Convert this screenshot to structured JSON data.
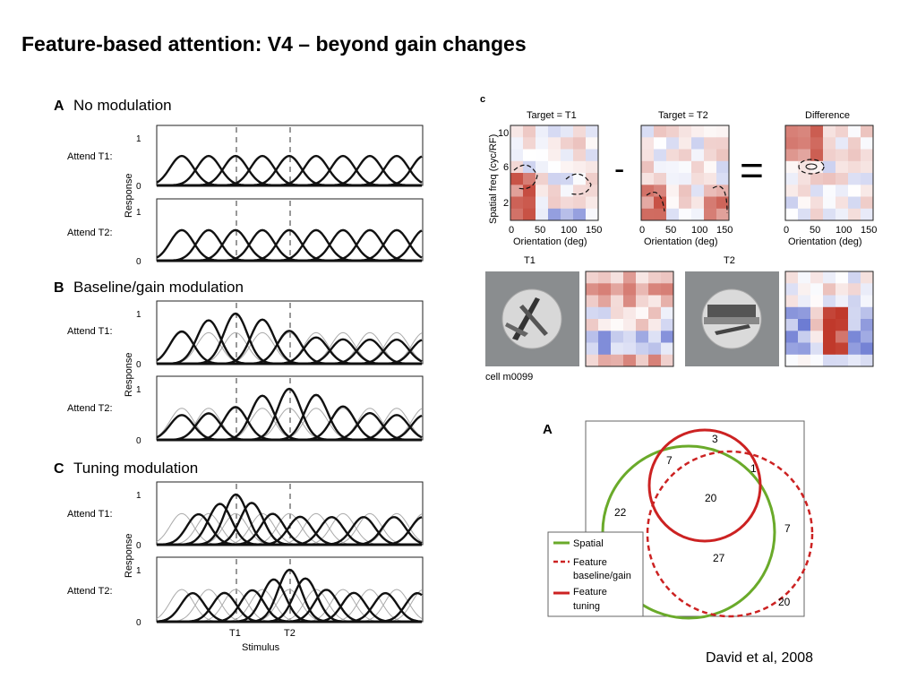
{
  "slide": {
    "title": "Feature-based attention: V4 – beyond gain changes",
    "citation": "David et al, 2008"
  },
  "tuning_figure": {
    "sections": [
      {
        "letter": "A",
        "title": "No modulation"
      },
      {
        "letter": "B",
        "title": "Baseline/gain modulation"
      },
      {
        "letter": "C",
        "title": "Tuning modulation"
      }
    ],
    "row_labels": [
      "Attend T1:",
      "Attend T2:"
    ],
    "ylabel": "Response",
    "y_ticks": [
      "0",
      "1"
    ],
    "x_ticks": [
      "T1",
      "T2"
    ],
    "xlabel": "Stimulus"
  },
  "heatmap_figure": {
    "panel_letter": "c",
    "maps": [
      {
        "title": "Target = T1"
      },
      {
        "title": "Target = T2"
      },
      {
        "title": "Difference"
      }
    ],
    "minus_sign": "-",
    "equals_sign": "=",
    "ylabel": "Spatial freq (cyc/RF)",
    "y_ticks": [
      "10",
      "6",
      "2"
    ],
    "xlabel": "Orientation (deg)",
    "x_ticks": [
      "0",
      "50",
      "100",
      "150"
    ],
    "stimulus_labels": [
      "T1",
      "T2"
    ],
    "cell_label": "cell m0099",
    "colors": {
      "positive": "#c0392b",
      "negative": "#3b4fc4"
    }
  },
  "venn_figure": {
    "panel_letter": "A",
    "numbers": [
      "3",
      "7",
      "1",
      "22",
      "20",
      "7",
      "27",
      "20"
    ],
    "legend": [
      {
        "label": "Spatial",
        "color": "#6aaa2a",
        "style": "solid"
      },
      {
        "label": "Feature",
        "label2": "baseline/gain",
        "color": "#cc2222",
        "style": "dashed"
      },
      {
        "label": "Feature",
        "label2": "tuning",
        "color": "#cc2222",
        "style": "solid"
      }
    ]
  }
}
